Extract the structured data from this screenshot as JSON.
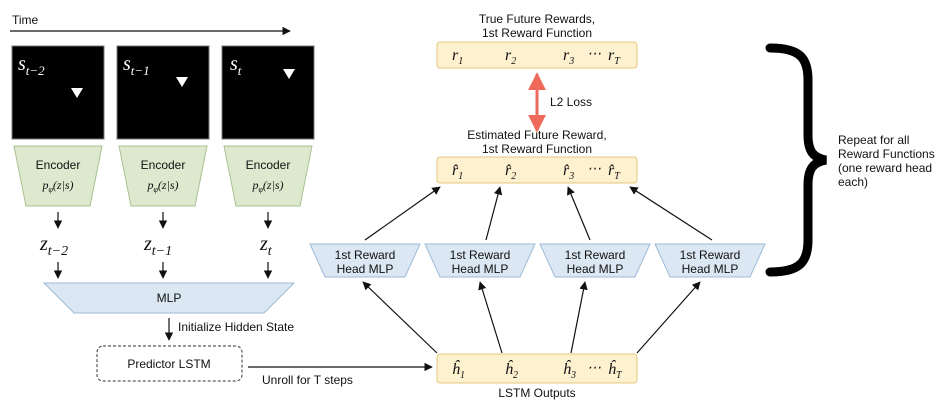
{
  "time_label": "Time",
  "frames": [
    {
      "state": "s",
      "sub": "t−2"
    },
    {
      "state": "s",
      "sub": "t−1"
    },
    {
      "state": "s",
      "sub": "t"
    }
  ],
  "encoder": {
    "title": "Encoder",
    "formula": "pφ(z|s)",
    "formula_main": "p",
    "formula_sub": "φ",
    "formula_rest": "(z|s)"
  },
  "latents": [
    {
      "var": "z",
      "sub": "t−2"
    },
    {
      "var": "z",
      "sub": "t−1"
    },
    {
      "var": "z",
      "sub": "t"
    }
  ],
  "mlp_label": "MLP",
  "init_hidden_label": "Initialize Hidden State",
  "predictor_label": "Predictor LSTM",
  "unroll_label": "Unroll for T steps",
  "lstm_outputs": {
    "items": [
      {
        "var": "ĥ",
        "sub": "1"
      },
      {
        "var": "ĥ",
        "sub": "2"
      },
      {
        "var": "ĥ",
        "sub": "3"
      },
      {
        "var": "⋯",
        "sub": ""
      },
      {
        "var": "ĥ",
        "sub": "T"
      }
    ],
    "label": "LSTM Outputs"
  },
  "reward_head": {
    "line1": "1st Reward",
    "line2": "Head MLP",
    "count": 4
  },
  "estimated": {
    "title_line1": "Estimated Future Reward,",
    "title_line2": "1st Reward Function",
    "items": [
      {
        "var": "r̂",
        "sub": "1"
      },
      {
        "var": "r̂",
        "sub": "2"
      },
      {
        "var": "r̂",
        "sub": "3"
      },
      {
        "var": "⋯",
        "sub": ""
      },
      {
        "var": "r̂",
        "sub": "T"
      }
    ]
  },
  "true_rewards": {
    "title_line1": "True Future Rewards,",
    "title_line2": "1st Reward Function",
    "items": [
      {
        "var": "r",
        "sub": "1"
      },
      {
        "var": "r",
        "sub": "2"
      },
      {
        "var": "r",
        "sub": "3"
      },
      {
        "var": "⋯",
        "sub": ""
      },
      {
        "var": "r",
        "sub": "T"
      }
    ]
  },
  "loss_label": "L2 Loss",
  "repeat_note": [
    "Repeat for all",
    "Reward Functions",
    "(one reward head",
    "each)"
  ],
  "colors": {
    "encoder_fill": "#dce9cf",
    "encoder_stroke": "#a9c28e",
    "mlp_fill": "#dbe7f3",
    "mlp_stroke": "#9fbad6",
    "box_fill": "#fdf1cf",
    "box_stroke": "#e5c87e",
    "loss_arrow": "#ef6a5b",
    "frame": "#000000",
    "marker": "#ffffff"
  }
}
